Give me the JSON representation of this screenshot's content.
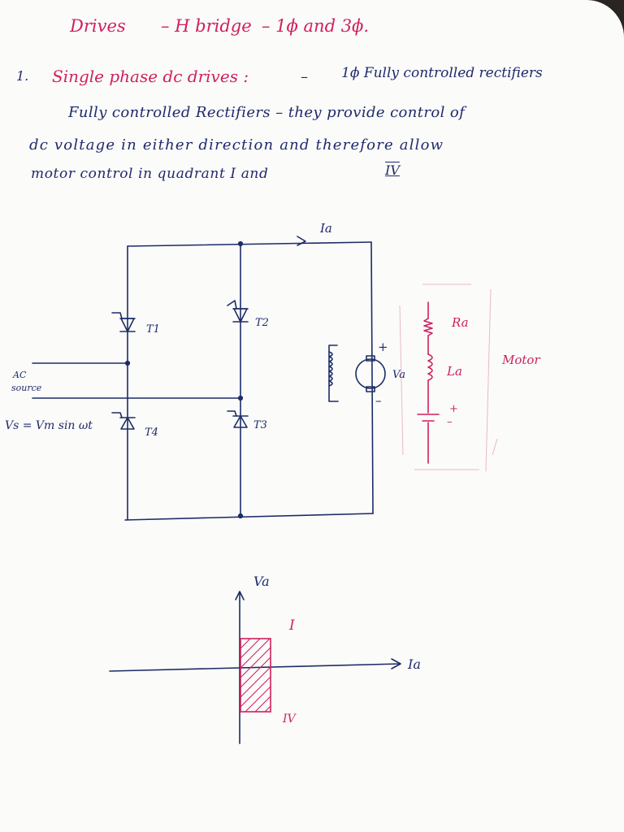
{
  "title": {
    "part1": "Drives",
    "part2": "– H bridge",
    "part3": "– 1ϕ and 3ϕ."
  },
  "heading": {
    "number": "1.",
    "text": "Single phase dc drives :",
    "dash": "–",
    "tail": "1ϕ  Fully controlled rectifiers"
  },
  "body": {
    "line1": "Fully controlled Rectifiers – they provide control of",
    "line2": "dc voltage in either direction and therefore allow",
    "line3_prefix": "motor control in quadrant I and",
    "line3_quadrant": "IV"
  },
  "circuit": {
    "current_label": "Ia",
    "thyristors": [
      "T1",
      "T2",
      "T4",
      "T3"
    ],
    "source_label_1": "AC",
    "source_label_2": "source",
    "source_equation": "Vs = Vm sin ωt",
    "armature_voltage": "Va",
    "plus": "+",
    "minus": "–"
  },
  "motor_model": {
    "resistance": "Ra",
    "inductance": "La",
    "label": "Motor",
    "plus": "+",
    "minus": "–"
  },
  "quadrant_plot": {
    "y_label": "Va",
    "x_label": "Ia",
    "q1": "I",
    "q4": "IV"
  },
  "colors": {
    "blue_ink": "#1c2c66",
    "pink_ink": "#d0205e",
    "paper": "#fbfbfa"
  }
}
